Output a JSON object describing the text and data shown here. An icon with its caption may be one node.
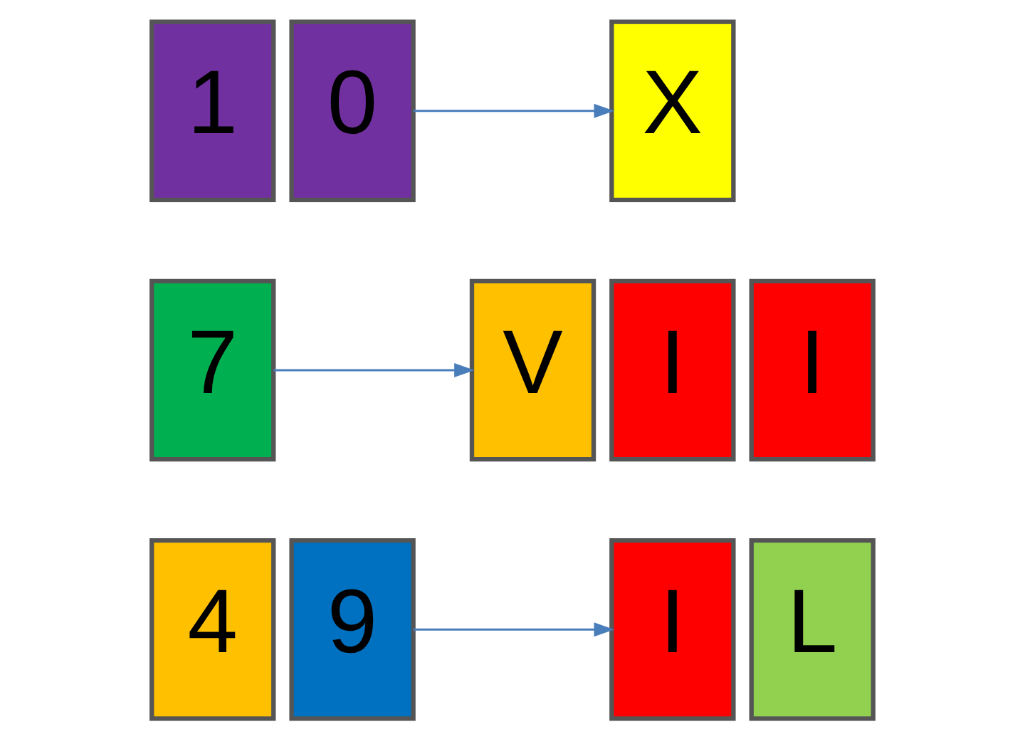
{
  "diagram": {
    "nodes": [
      {
        "text": [
          "1"
        ]
      },
      {
        "text": [
          "0"
        ]
      },
      {
        "text": [
          "X"
        ]
      },
      {
        "text": [
          "7"
        ]
      },
      {
        "text": [
          "V"
        ]
      },
      {
        "text": [
          "I"
        ]
      },
      {
        "text": [
          "I"
        ]
      },
      {
        "text": [
          "4"
        ]
      },
      {
        "text": [
          "9"
        ]
      },
      {
        "text": [
          "I"
        ]
      },
      {
        "text": [
          "L"
        ]
      }
    ],
    "edges": [
      {
        "from": 1,
        "to": 2,
        "arrow": "to"
      },
      {
        "from": 3,
        "to": 4,
        "arrow": "to"
      },
      {
        "from": 8,
        "to": 9,
        "arrow": "to"
      }
    ]
  }
}
